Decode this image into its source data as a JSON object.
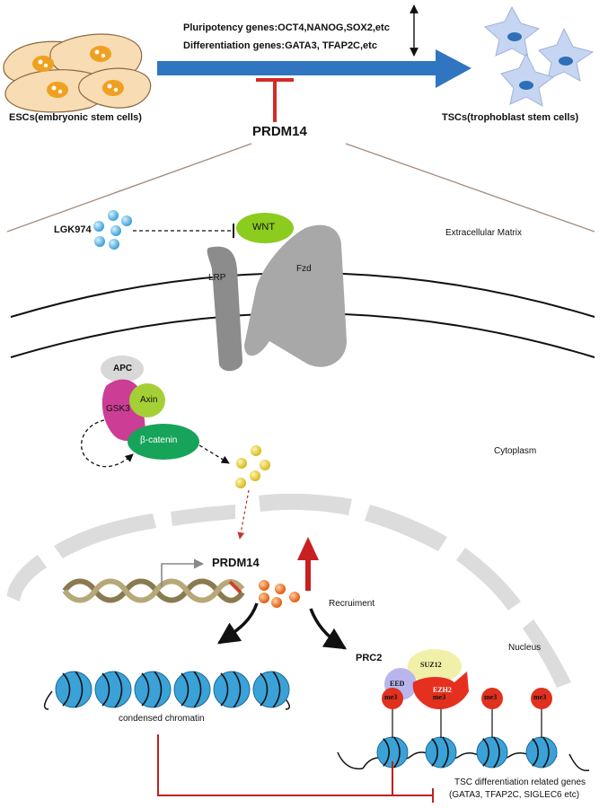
{
  "top": {
    "esc_label": "ESCs(embryonic stem cells)",
    "tsc_label": "TSCs(trophoblast stem cells)",
    "pluripotency_genes": "Pluripotency genes:OCT4,NANOG,SOX2,etc",
    "differentiation_genes": "Differentiation genes:GATA3, TFAP2C,etc",
    "inhibitor": "PRDM14"
  },
  "pathway": {
    "lgk974": "LGK974",
    "wnt": "WNT",
    "lrp": "LRP",
    "fzd": "Fzd",
    "extracellular": "Extracellular Matrix",
    "apc": "APC",
    "gsk3": "GSK3",
    "axin": "Axin",
    "beta_catenin": "β-catenin",
    "cytoplasm": "Cytoplasm"
  },
  "nucleus": {
    "prdm14": "PRDM14",
    "recruitment": "Recruiment",
    "nucleus_label": "Nucleus",
    "prc2": "PRC2",
    "suz12": "SUZ12",
    "eed": "EED",
    "ezh2": "EZH2",
    "me3": "me3",
    "condensed": "condensed chromatin",
    "tsc_genes_line1": "TSC  differentiation related genes",
    "tsc_genes_line2": "(GATA3, TFAP2C, SIGLEC6 etc)"
  },
  "colors": {
    "blue_arrow": "#2f75c0",
    "inhibit_red": "#d42a26",
    "wnt_green": "#8ccc1e",
    "gsk3_magenta": "#cc3d95",
    "axin_green": "#a4d036",
    "beta_catenin": "#16a35a",
    "dna_blue": "#3ba2d8",
    "me3_red": "#e0301e"
  }
}
